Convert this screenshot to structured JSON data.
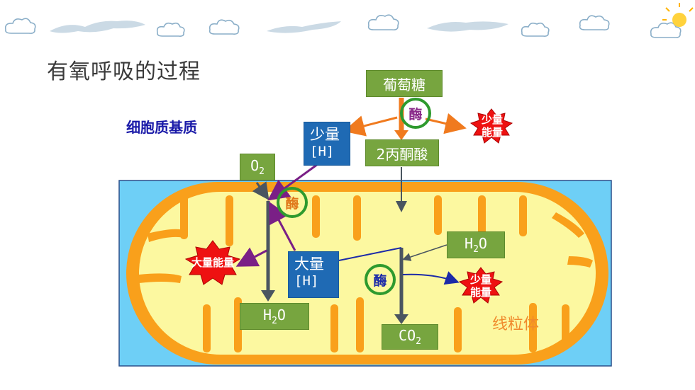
{
  "title": "有氧呼吸的过程",
  "region_cytoplasm": "细胞质基质",
  "region_mitochondria": "线粒体",
  "boxes": {
    "glucose": "葡萄糖",
    "pyruvate": "2丙酮酸",
    "o2_main": "O",
    "o2_sub": "2",
    "h2o_in_main": "H",
    "h2o_in_sub": "2",
    "h2o_in_end": "O",
    "h2o_out_main": "H",
    "h2o_out_sub": "2",
    "h2o_out_end": "O",
    "co2_main": "CO",
    "co2_sub": "2"
  },
  "hydrogen": {
    "small_label": "少量",
    "small_symbol": "[H]",
    "large_label": "大量",
    "large_symbol": "[H]"
  },
  "enzyme_label": "酶",
  "energy": {
    "small_line1": "少量",
    "small_line2": "能量",
    "large": "大量能量"
  },
  "colors": {
    "box_green": "#77a53f",
    "box_blue": "#1f6ab4",
    "enzyme_ring": "#2e9a2e",
    "orange_arrow": "#f07a1e",
    "purple_arrow": "#7a1f86",
    "blue_arrow": "#1c2aa8",
    "gray_arrow": "#4a5560",
    "energy_star": "#ee1111",
    "mito_outer": "#f9a01b",
    "mito_inner": "#fcf8a0",
    "cytoplasm": "#6ecff6"
  }
}
